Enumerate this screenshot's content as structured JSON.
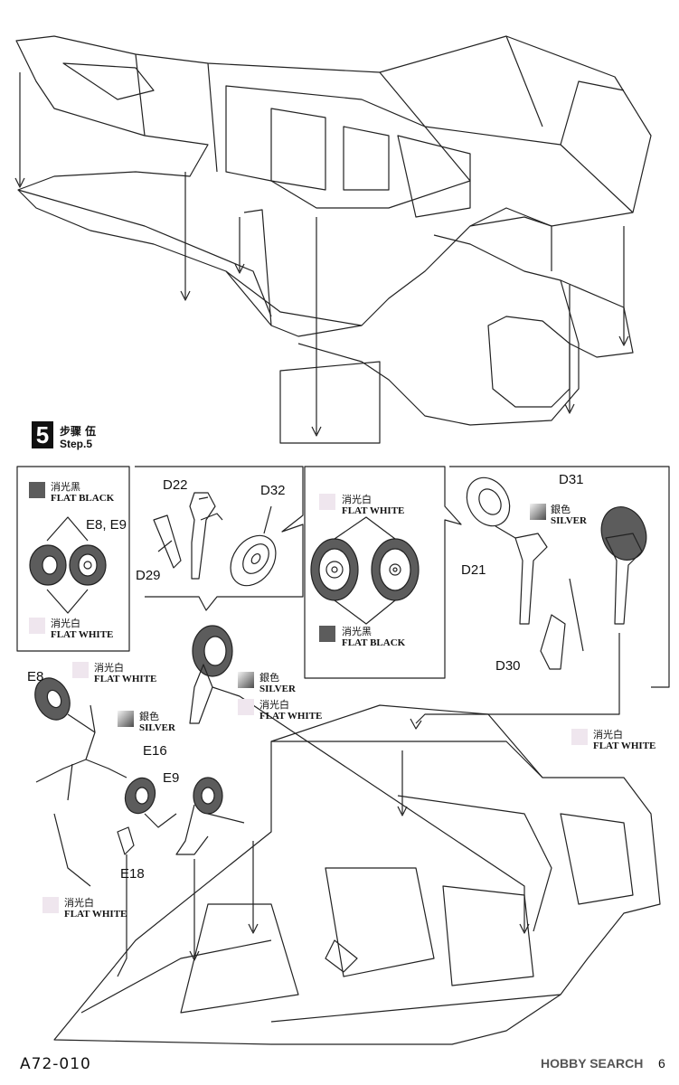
{
  "step": {
    "number": "5",
    "title_cn": "步骤 伍",
    "title_en": "Step.5"
  },
  "paints": {
    "flat_black": {
      "cn": "消光黑",
      "en": "FLAT BLACK"
    },
    "flat_white": {
      "cn": "消光白",
      "en": "FLAT WHITE"
    },
    "silver": {
      "cn": "銀色",
      "en": "SILVER"
    }
  },
  "colors": {
    "flat_black": "#5c5c5c",
    "flat_white": "#efe6ee",
    "silver": "#a0a0a0",
    "line": "#222222"
  },
  "parts": {
    "e8_e9": "E8, E9",
    "d22": "D22",
    "d32": "D32",
    "d29": "D29",
    "d31": "D31",
    "d21": "D21",
    "d30": "D30",
    "e8": "E8",
    "e16": "E16",
    "e9": "E9",
    "e18": "E18"
  },
  "footer": {
    "code": "A72-010",
    "page": "6",
    "watermark": "HOBBY SEARCH"
  }
}
